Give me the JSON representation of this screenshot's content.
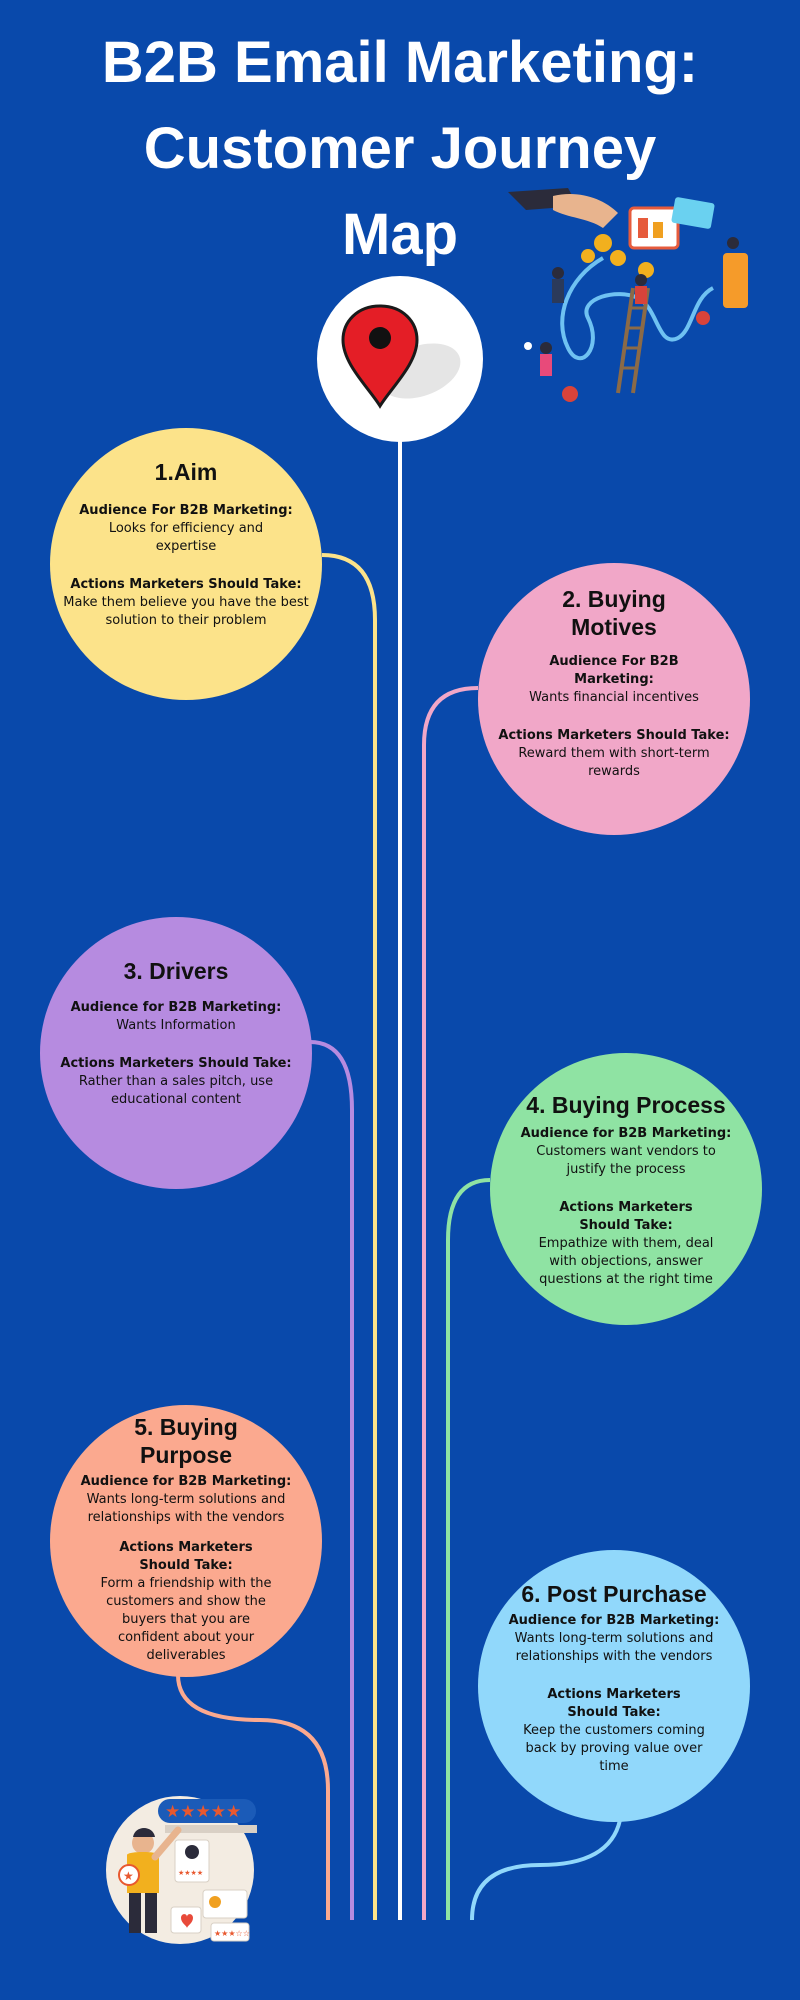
{
  "title": {
    "line1": "B2B Email Marketing:",
    "line2": "Customer Journey",
    "line3": "Map"
  },
  "colors": {
    "background": "#0949ab",
    "stage1": "#fce38a",
    "stage2": "#f1a7c8",
    "stage3": "#b68be0",
    "stage4": "#8fe3a3",
    "stage5": "#fba98f",
    "stage6": "#91d8fb"
  },
  "icons": [
    "map-pin-icon",
    "marketing-funnel-illustration",
    "customer-review-illustration"
  ],
  "stages": [
    {
      "heading": "1.Aim",
      "audience_label": "Audience For B2B Marketing:",
      "audience_text": "Looks for efficiency and expertise",
      "action_label": "Actions Marketers Should Take:",
      "action_text": "Make them believe you have the best solution to their problem"
    },
    {
      "heading": "2. Buying Motives",
      "audience_label": "Audience For B2B Marketing:",
      "audience_text": "Wants financial incentives",
      "action_label": "Actions Marketers Should Take:",
      "action_text": "Reward them with short-term rewards"
    },
    {
      "heading": "3. Drivers",
      "audience_label": "Audience for B2B Marketing:",
      "audience_text": "Wants Information",
      "action_label": "Actions Marketers Should Take:",
      "action_text": "Rather than a sales pitch, use educational content"
    },
    {
      "heading": "4. Buying Process",
      "audience_label": "Audience for B2B Marketing:",
      "audience_text": "Customers want vendors to justify the process",
      "action_label": "Actions Marketers Should Take:",
      "action_text": "Empathize with them, deal with objections, answer questions at the right time"
    },
    {
      "heading": "5. Buying Purpose",
      "audience_label": "Audience for B2B Marketing:",
      "audience_text": "Wants long-term solutions and relationships with the vendors",
      "action_label": "Actions Marketers Should Take:",
      "action_text": "Form a friendship with the customers and show the buyers that you are confident about your deliverables"
    },
    {
      "heading": "6. Post Purchase",
      "audience_label": "Audience for B2B Marketing:",
      "audience_text": "Wants long-term solutions and relationships with the vendors",
      "action_label": "Actions Marketers Should Take:",
      "action_text": "Keep the customers coming back by proving value over time"
    }
  ]
}
